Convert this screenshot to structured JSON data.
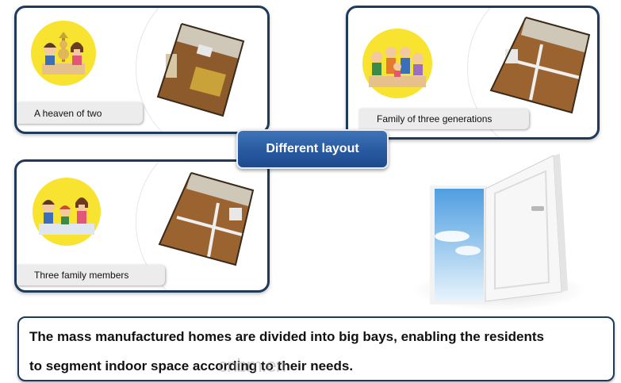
{
  "cards": {
    "two": {
      "label": "A  heaven of two"
    },
    "three_gen": {
      "label": "Family of three generations"
    },
    "three": {
      "label": "Three family members"
    }
  },
  "banner": {
    "title": "Different layout"
  },
  "description": {
    "line1": "The mass manufactured homes are divided into big bays, enabling the residents",
    "line2": "to segment indoor space according to their needs."
  },
  "watermark": "cnbm.en",
  "colors": {
    "card_border": "#1f3a5a",
    "banner": "#2859a0",
    "avatar": "#f7e330",
    "floor_wood": "#a8672c",
    "sky": "#8fc3ec"
  }
}
